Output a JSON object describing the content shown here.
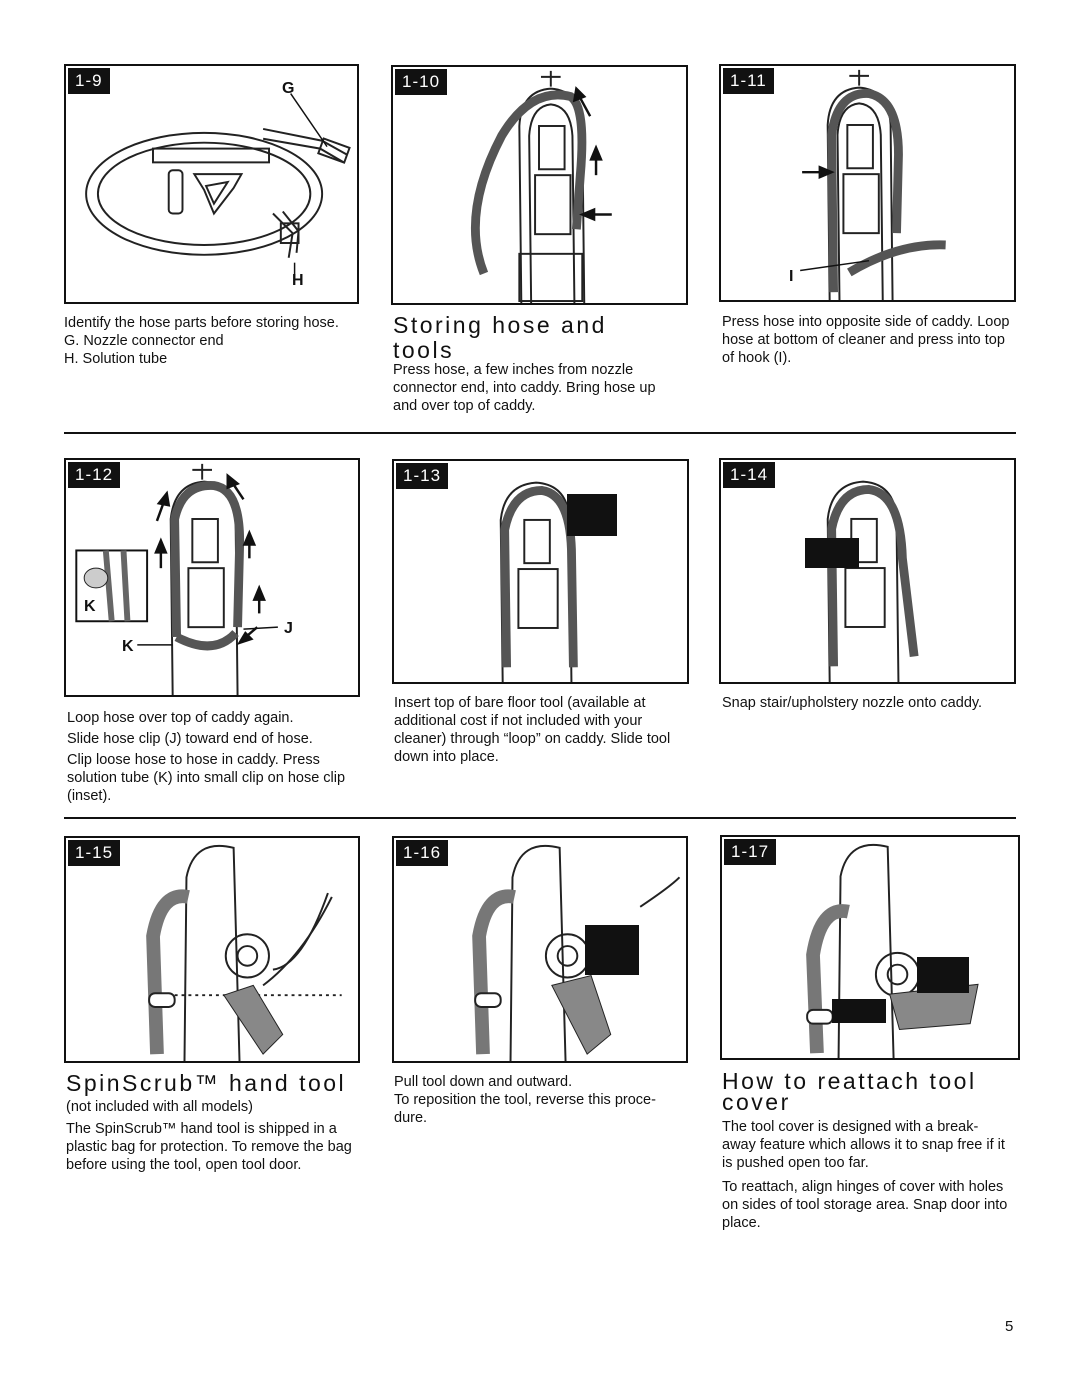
{
  "figures": {
    "f1_9": {
      "number": "1-9",
      "labels": {
        "g": "G",
        "h": "H"
      }
    },
    "f1_10": {
      "number": "1-10"
    },
    "f1_11": {
      "number": "1-11",
      "labels": {
        "i": "I"
      }
    },
    "f1_12": {
      "number": "1-12",
      "labels": {
        "k_inset": "K",
        "k": "K",
        "j": "J"
      }
    },
    "f1_13": {
      "number": "1-13"
    },
    "f1_14": {
      "number": "1-14"
    },
    "f1_15": {
      "number": "1-15"
    },
    "f1_16": {
      "number": "1-16"
    },
    "f1_17": {
      "number": "1-17"
    }
  },
  "captions": {
    "c1_9": {
      "line1": "Identify the hose parts before storing hose.",
      "line2": "G. Nozzle connector end",
      "line3": "H. Solution tube"
    },
    "c1_10": {
      "heading": "Storing hose and tools",
      "body": "Press hose, a few inches from nozzle connector end, into caddy. Bring hose up and over top of caddy."
    },
    "c1_11": {
      "body": "Press hose into opposite side of caddy. Loop hose at bottom of cleaner and press into top of hook (I)."
    },
    "c1_12": {
      "p1": "Loop hose over top of caddy again.",
      "p2": "Slide hose clip (J) toward end of hose.",
      "p3": "Clip loose hose to hose in caddy. Press solution tube (K) into small clip on hose clip (inset)."
    },
    "c1_13": {
      "body": "Insert top of bare floor tool (available at additional cost if not included with your cleaner) through “loop” on caddy. Slide tool down into place."
    },
    "c1_14": {
      "body": "Snap stair/upholstery nozzle onto caddy."
    },
    "c1_15": {
      "heading": "SpinScrub™ hand tool",
      "sub": "(not included with all models)",
      "body": "The SpinScrub™ hand tool is shipped in a plastic bag for protection. To remove the bag before using the tool, open tool door."
    },
    "c1_16": {
      "p1": "Pull tool down and outward.",
      "p2": "To reposition the tool, reverse this proce- dure."
    },
    "c1_17": {
      "heading": "How to reattach tool cover",
      "p1": "The tool cover is designed with a break- away feature which allows it to snap free if it is pushed open too far.",
      "p2": "To reattach, align hinges of cover with holes on sides of tool storage area. Snap door into place."
    }
  },
  "page_number": "5"
}
